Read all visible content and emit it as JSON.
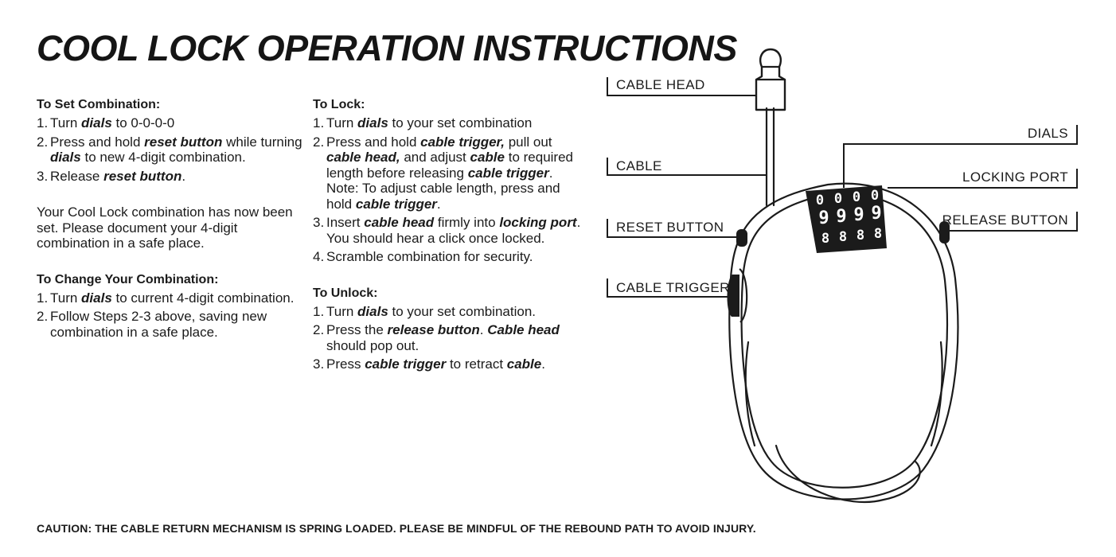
{
  "title": "COOL LOCK OPERATION INSTRUCTIONS",
  "set": {
    "heading": "To Set Combination:",
    "steps": [
      {
        "num": "1.",
        "parts": [
          "Turn ",
          "dials",
          " to 0-0-0-0"
        ]
      },
      {
        "num": "2.",
        "parts": [
          "Press and hold ",
          "reset button",
          " while turning ",
          "dials",
          " to new 4-digit combination."
        ]
      },
      {
        "num": "3.",
        "parts": [
          "Release ",
          "reset button",
          "."
        ]
      }
    ],
    "note": "Your Cool Lock combination has now been set. Please document your 4-digit combination in a safe place."
  },
  "change": {
    "heading": "To Change Your Combination:",
    "steps": [
      {
        "num": "1.",
        "parts": [
          "Turn ",
          "dials",
          " to current 4-digit combination."
        ]
      },
      {
        "num": "2.",
        "parts": [
          "Follow Steps 2-3 above, saving new combination in a safe place."
        ]
      }
    ]
  },
  "lock": {
    "heading": "To Lock:",
    "steps": [
      {
        "num": "1.",
        "parts": [
          "Turn ",
          "dials",
          " to your set combination"
        ]
      },
      {
        "num": "2.",
        "parts": [
          "Press and hold ",
          "cable trigger,",
          " pull out ",
          "cable head,",
          " and adjust ",
          "cable",
          " to required length before releasing ",
          "cable trigger",
          ". Note: To adjust cable length, press and hold ",
          "cable trigger",
          "."
        ]
      },
      {
        "num": "3.",
        "parts": [
          "Insert ",
          "cable head",
          " firmly into ",
          "locking port",
          ". You should hear a click once locked."
        ]
      },
      {
        "num": "4.",
        "parts": [
          "Scramble combination for security."
        ]
      }
    ]
  },
  "unlock": {
    "heading": "To Unlock:",
    "steps": [
      {
        "num": "1.",
        "parts": [
          "Turn ",
          "dials",
          " to your set combination."
        ]
      },
      {
        "num": "2.",
        "parts": [
          "Press the ",
          "release button",
          ". ",
          "Cable head",
          " should pop out."
        ]
      },
      {
        "num": "3.",
        "parts": [
          "Press ",
          "cable trigger",
          " to retract ",
          "cable",
          "."
        ]
      }
    ]
  },
  "caution": "CAUTION: THE CABLE RETURN MECHANISM IS SPRING LOADED. PLEASE BE MINDFUL OF THE REBOUND PATH TO AVOID INJURY.",
  "callouts": {
    "cable_head": "CABLE HEAD",
    "cable": "CABLE",
    "reset_button": "RESET BUTTON",
    "cable_trigger": "CABLE TRIGGER",
    "dials": "DIALS",
    "locking_port": "LOCKING PORT",
    "release_button": "RELEASE BUTTON"
  },
  "dial_digits": {
    "top": [
      "0",
      "0",
      "0",
      "0"
    ],
    "middle": [
      "9",
      "9",
      "9",
      "9"
    ],
    "bottom": [
      "8",
      "8",
      "8",
      "8"
    ]
  },
  "colors": {
    "ink": "#1b1b1b",
    "background": "#ffffff"
  }
}
